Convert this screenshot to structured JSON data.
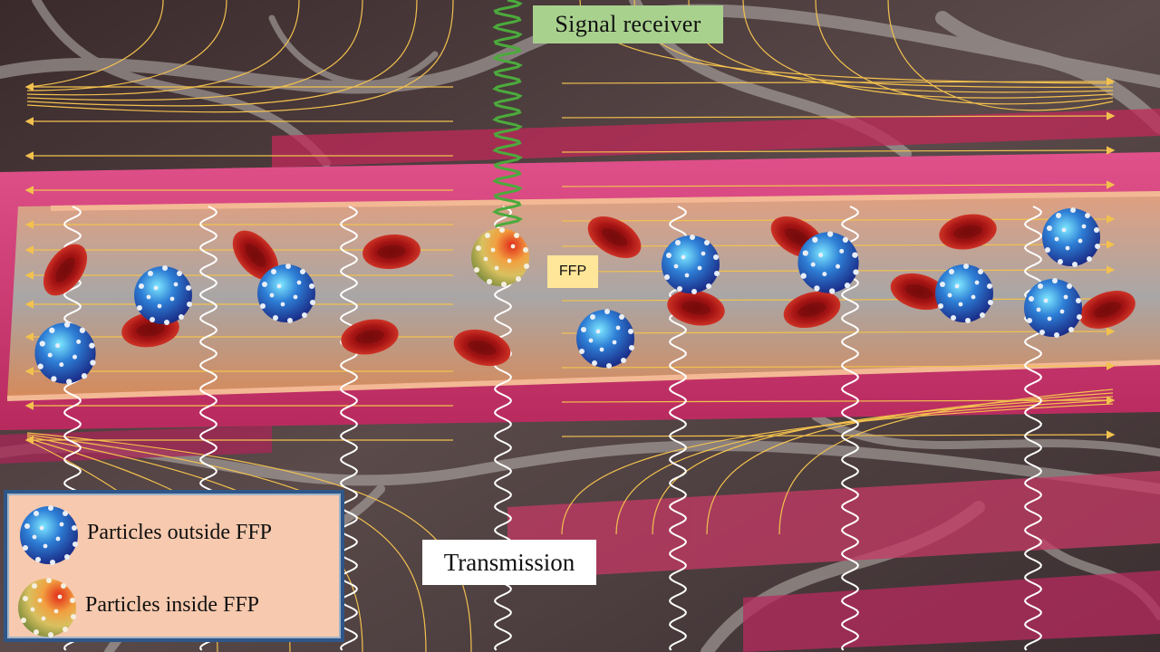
{
  "labels": {
    "signal_receiver": "Signal receiver",
    "transmission": "Transmission",
    "ffp": "FFP"
  },
  "legend": {
    "outside": "Particles outside FFP",
    "inside": "Particles inside FFP"
  },
  "colors": {
    "vessel_outer": "#c8336a",
    "vessel_inner_top": "#e0a080",
    "vessel_inner_mid": "#a9a6a6",
    "vessel_inner_bottom": "#d68a5a",
    "vessel_wall": "#f3b894",
    "field_line": "#f2c14e",
    "transmit_wave": "#ffffff",
    "receiver_wave": "#4caa3c",
    "red_blood_cell": "#b81818",
    "particle_outside": "#2e7fd6",
    "particle_inside": "#d8c060",
    "receiver_box": "#a9d18e",
    "ffp_box": "#ffe699",
    "legend_bg": "#f7c9ae",
    "legend_border": "#2e5688"
  }
}
